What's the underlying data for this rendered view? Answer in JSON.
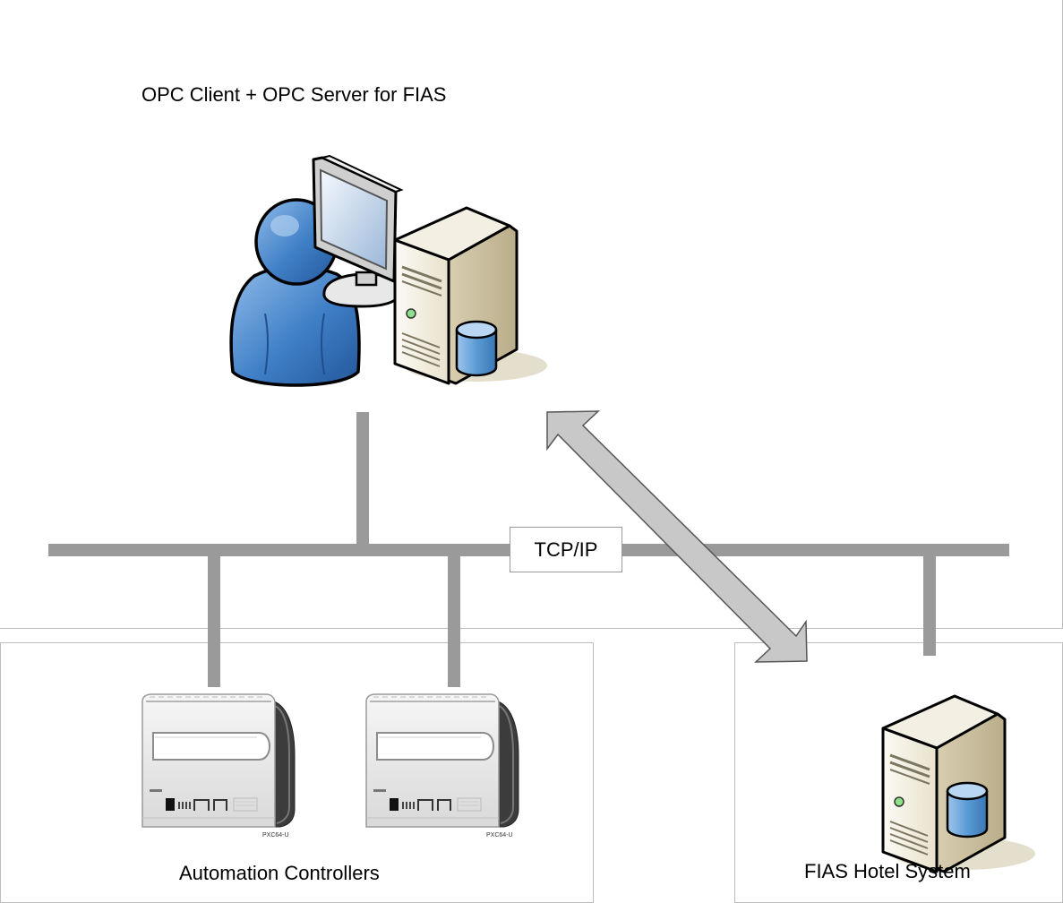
{
  "top_panel": {
    "title": "OPC Client + OPC Server for FIAS"
  },
  "network": {
    "label": "TCP/IP"
  },
  "controllers_panel": {
    "title": "Automation Controllers",
    "model_label": "PXC64-U"
  },
  "hotel_panel": {
    "title": "FIAS Hotel System"
  },
  "icons": [
    "user-icon",
    "monitor-icon",
    "server-icon",
    "database-icon",
    "controller-icon",
    "bidirectional-arrow-icon"
  ],
  "colors": {
    "panel_border": "#bdbdbd",
    "bus_gray": "#9a9a9a",
    "arrow_fill": "#c8c8c8",
    "user_blue": "#3f7fc6",
    "server_beige": "#e9e3cf",
    "db_blue": "#5b9bd5"
  }
}
